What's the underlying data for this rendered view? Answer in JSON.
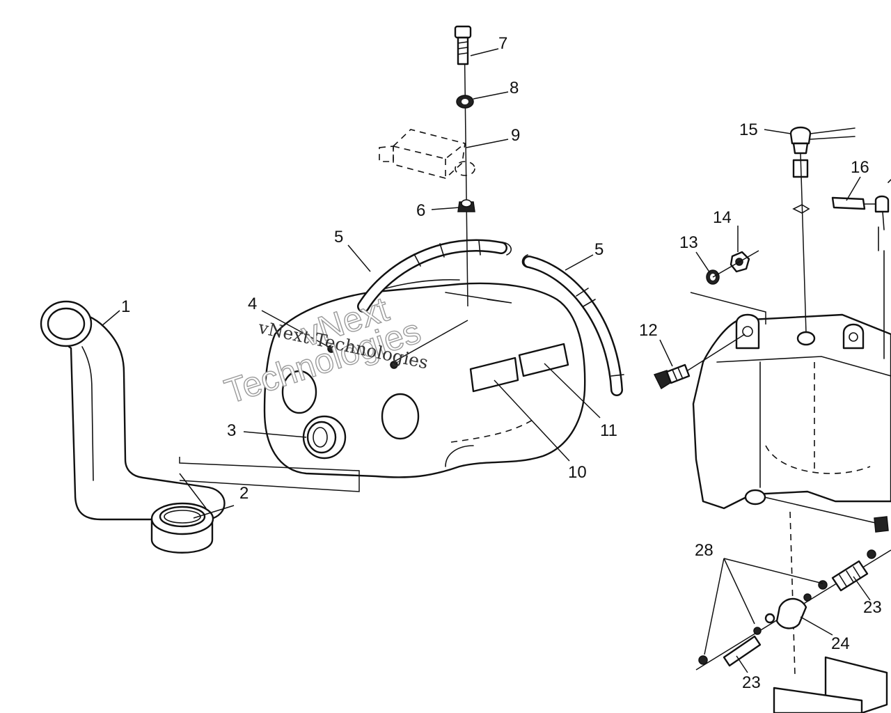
{
  "callouts": {
    "c1": "1",
    "c2": "2",
    "c3": "3",
    "c4": "4",
    "c5a": "5",
    "c5b": "5",
    "c6": "6",
    "c7": "7",
    "c8": "8",
    "c9": "9",
    "c10": "10",
    "c11": "11",
    "c12": "12",
    "c13": "13",
    "c14": "14",
    "c15": "15",
    "c16": "16",
    "c23a": "23",
    "c23b": "23",
    "c24": "24",
    "c28": "28"
  },
  "watermark": {
    "outline_line1": "vNext",
    "outline_line2": "Technologies",
    "serif_text": "vNext Technologies"
  }
}
